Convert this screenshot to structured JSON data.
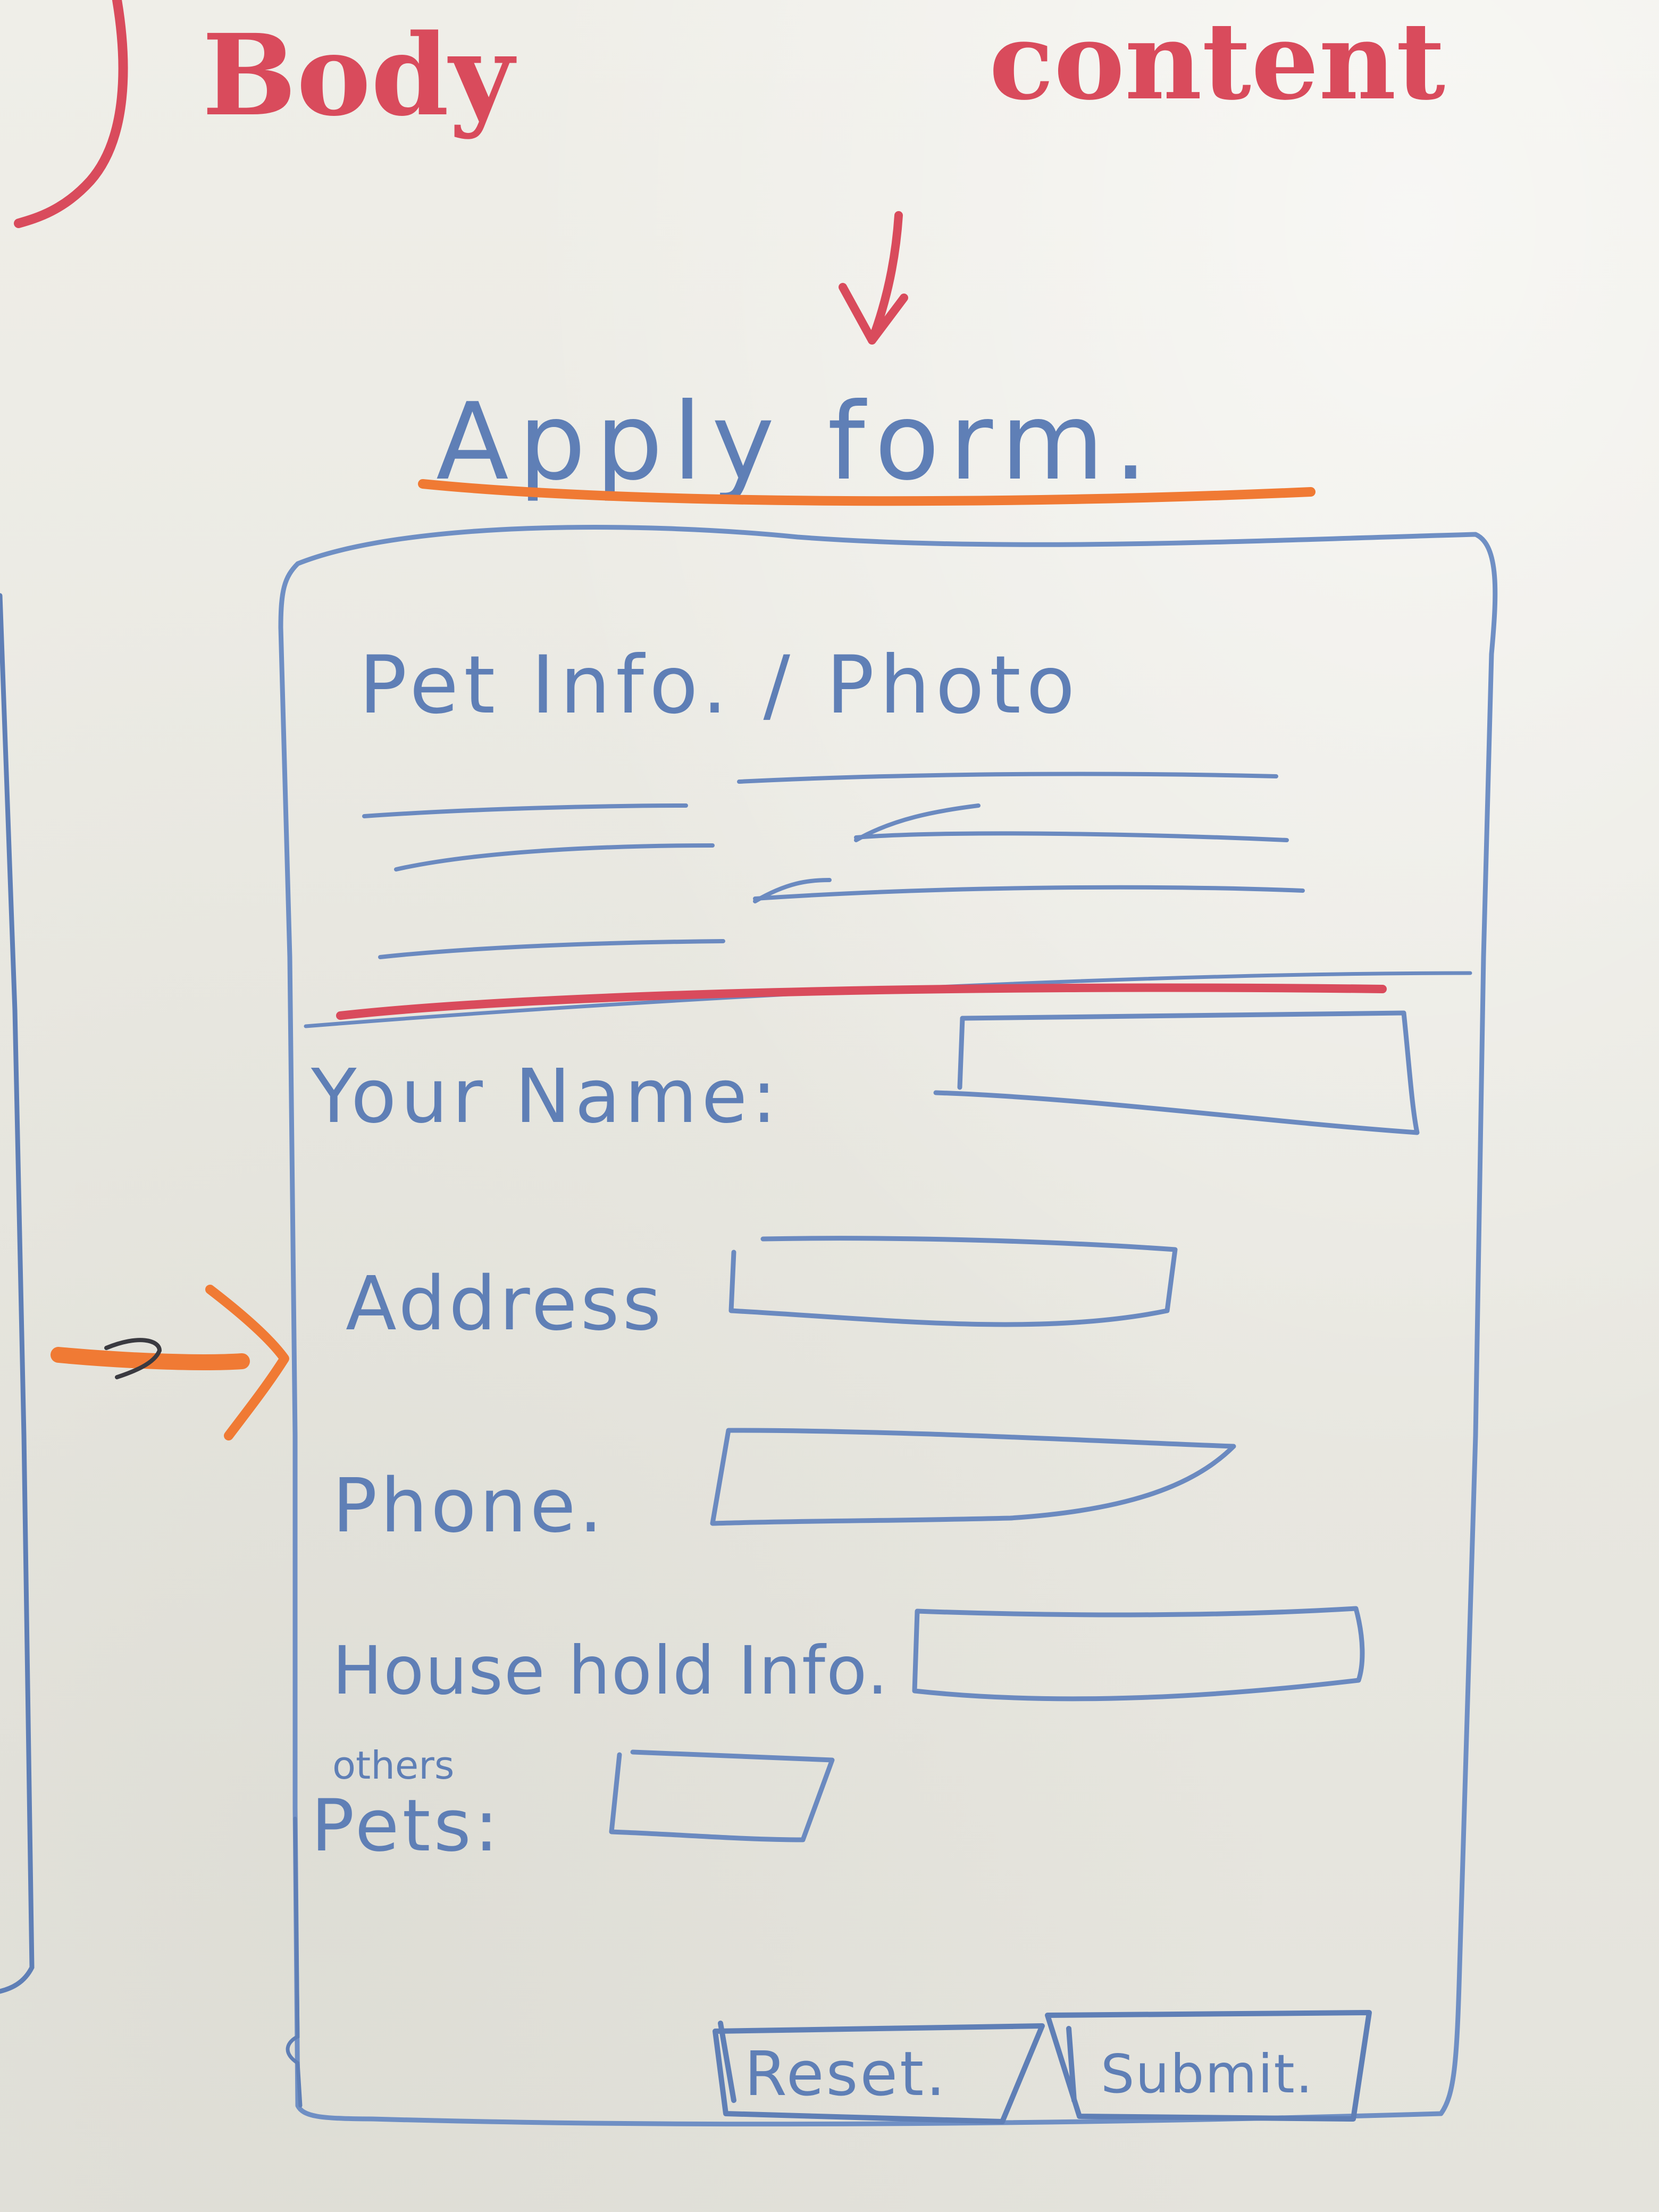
{
  "annotations": {
    "body_label": "Body",
    "content_label": "content"
  },
  "form": {
    "title": "Apply form.",
    "pet_section": {
      "heading": "Pet Info. / Photo"
    },
    "fields": [
      {
        "label": "Your Name:"
      },
      {
        "label": "Address"
      },
      {
        "label": "Phone."
      },
      {
        "label": "House hold Info."
      },
      {
        "label_top": "others",
        "label": "Pets:"
      }
    ],
    "buttons": {
      "reset_label": "Reset.",
      "submit_label": "Submit."
    }
  },
  "colors": {
    "ink_blue": "#5f7fb6",
    "ink_red": "#d94b5c",
    "ink_orange": "#f07a34",
    "board": "#ecebe4"
  },
  "icons": {
    "pointer_arrow_down": "arrow-down-icon",
    "pointer_arrow_right": "arrow-right-icon"
  }
}
